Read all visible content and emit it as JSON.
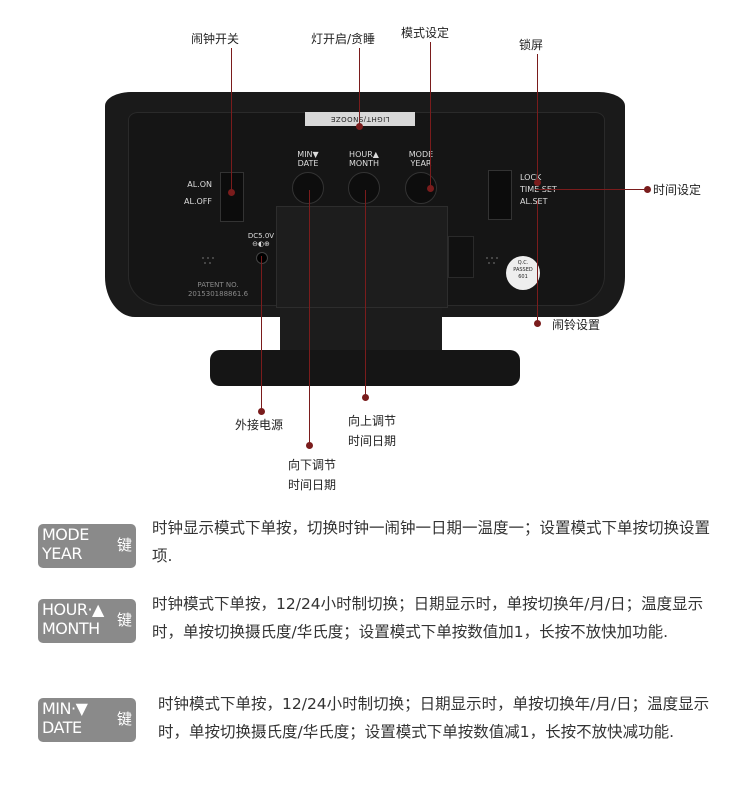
{
  "callouts": {
    "alarm_switch": "闹钟开关",
    "light_snooze": "灯开启/贪睡",
    "mode_set": "模式设定",
    "lock_screen": "锁屏",
    "time_set": "时间设定",
    "alarm_set": "闹铃设置",
    "external_power": "外接电源",
    "down_adjust_1": "向下调节",
    "down_adjust_2": "时间日期",
    "up_adjust_1": "向上调节",
    "up_adjust_2": "时间日期"
  },
  "device": {
    "tab_label": "LIGHT/SNOOZE",
    "al_on": "AL.ON",
    "al_off": "AL.OFF",
    "min_label_1": "MIN▼",
    "min_label_2": "DATE",
    "hour_label_1": "HOUR▲",
    "hour_label_2": "MONTH",
    "mode_label_1": "MODE",
    "mode_label_2": "YEAR",
    "lock": "LOCK",
    "time_set": "TIME SET",
    "al_set": "AL.SET",
    "dc_label_1": "DC5.0V",
    "dc_label_2": "⊖◐⊕",
    "patent_1": "PATENT NO.",
    "patent_2": "201530188861.6",
    "qc_1": "Q.C.",
    "qc_2": "PASSED",
    "qc_3": "601"
  },
  "keys": [
    {
      "line1": "MODE",
      "line2": "YEAR",
      "key": "键",
      "desc": "时钟显示模式下单按，切换时钟一闹钟一日期一温度一；设置模式下单按切换设置项."
    },
    {
      "line1": "HOUR·▲",
      "line2": "MONTH",
      "key": "键",
      "desc": "时钟模式下单按，12/24小时制切换；日期显示时，单按切换年/月/日；温度显示时，单按切换摄氏度/华氏度；设置模式下单按数值加1，长按不放快加功能."
    },
    {
      "line1": "MIN·▼",
      "line2": "DATE",
      "key": "键",
      "desc": "时钟模式下单按，12/24小时制切换；日期显示时，单按切换年/月/日；温度显示时，单按切换摄氏度/华氏度；设置模式下单按数值减1，长按不放快减功能."
    }
  ],
  "colors": {
    "accent": "#7a1c1c",
    "badge": "#8a8a8a"
  }
}
